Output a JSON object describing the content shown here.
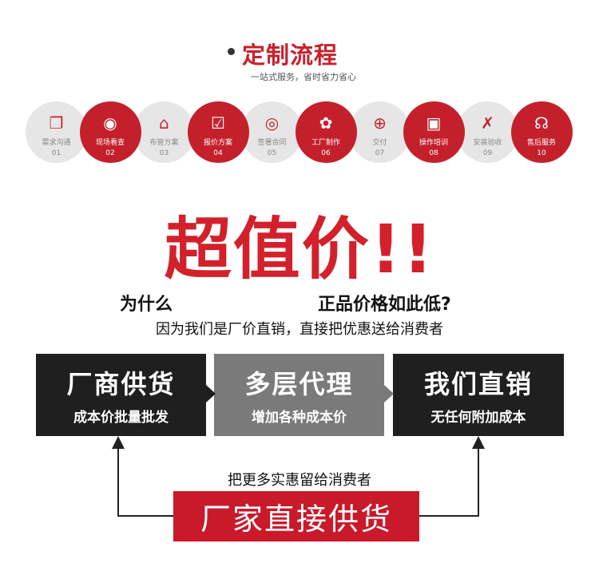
{
  "header": {
    "title": "定制流程",
    "subtitle": "一站式服务，省时省力省心"
  },
  "steps": [
    {
      "label": "需求沟通",
      "num": "01",
      "icon": "❐",
      "active": false
    },
    {
      "label": "现场看查",
      "num": "02",
      "icon": "◉",
      "active": true
    },
    {
      "label": "布管方案",
      "num": "03",
      "icon": "⌂",
      "active": false
    },
    {
      "label": "报价方案",
      "num": "04",
      "icon": "☑",
      "active": true
    },
    {
      "label": "签署合同",
      "num": "05",
      "icon": "◎",
      "active": false
    },
    {
      "label": "工厂制作",
      "num": "06",
      "icon": "✿",
      "active": true
    },
    {
      "label": "交付",
      "num": "07",
      "icon": "⊕",
      "active": false
    },
    {
      "label": "操作培训",
      "num": "08",
      "icon": "▣",
      "active": true
    },
    {
      "label": "安装验收",
      "num": "09",
      "icon": "✗",
      "active": false
    },
    {
      "label": "售后服务",
      "num": "10",
      "icon": "☊",
      "active": true
    }
  ],
  "headline": "超值价!!",
  "why": {
    "left": "为什么",
    "right": "正品价格如此低?",
    "reason": "因为我们是厂价直销，直接把优惠送给消费者"
  },
  "boxes": [
    {
      "title": "厂商供货",
      "sub": "成本价批量批发"
    },
    {
      "title": "多层代理",
      "sub": "增加各种成本价"
    },
    {
      "title": "我们直销",
      "sub": "无任何附加成本"
    }
  ],
  "keep": "把更多实惠留给消费者",
  "direct": "厂家直接供货",
  "colors": {
    "red": "#c4202b",
    "gray": "#7a7a7a",
    "dark": "#1f1f1f"
  }
}
